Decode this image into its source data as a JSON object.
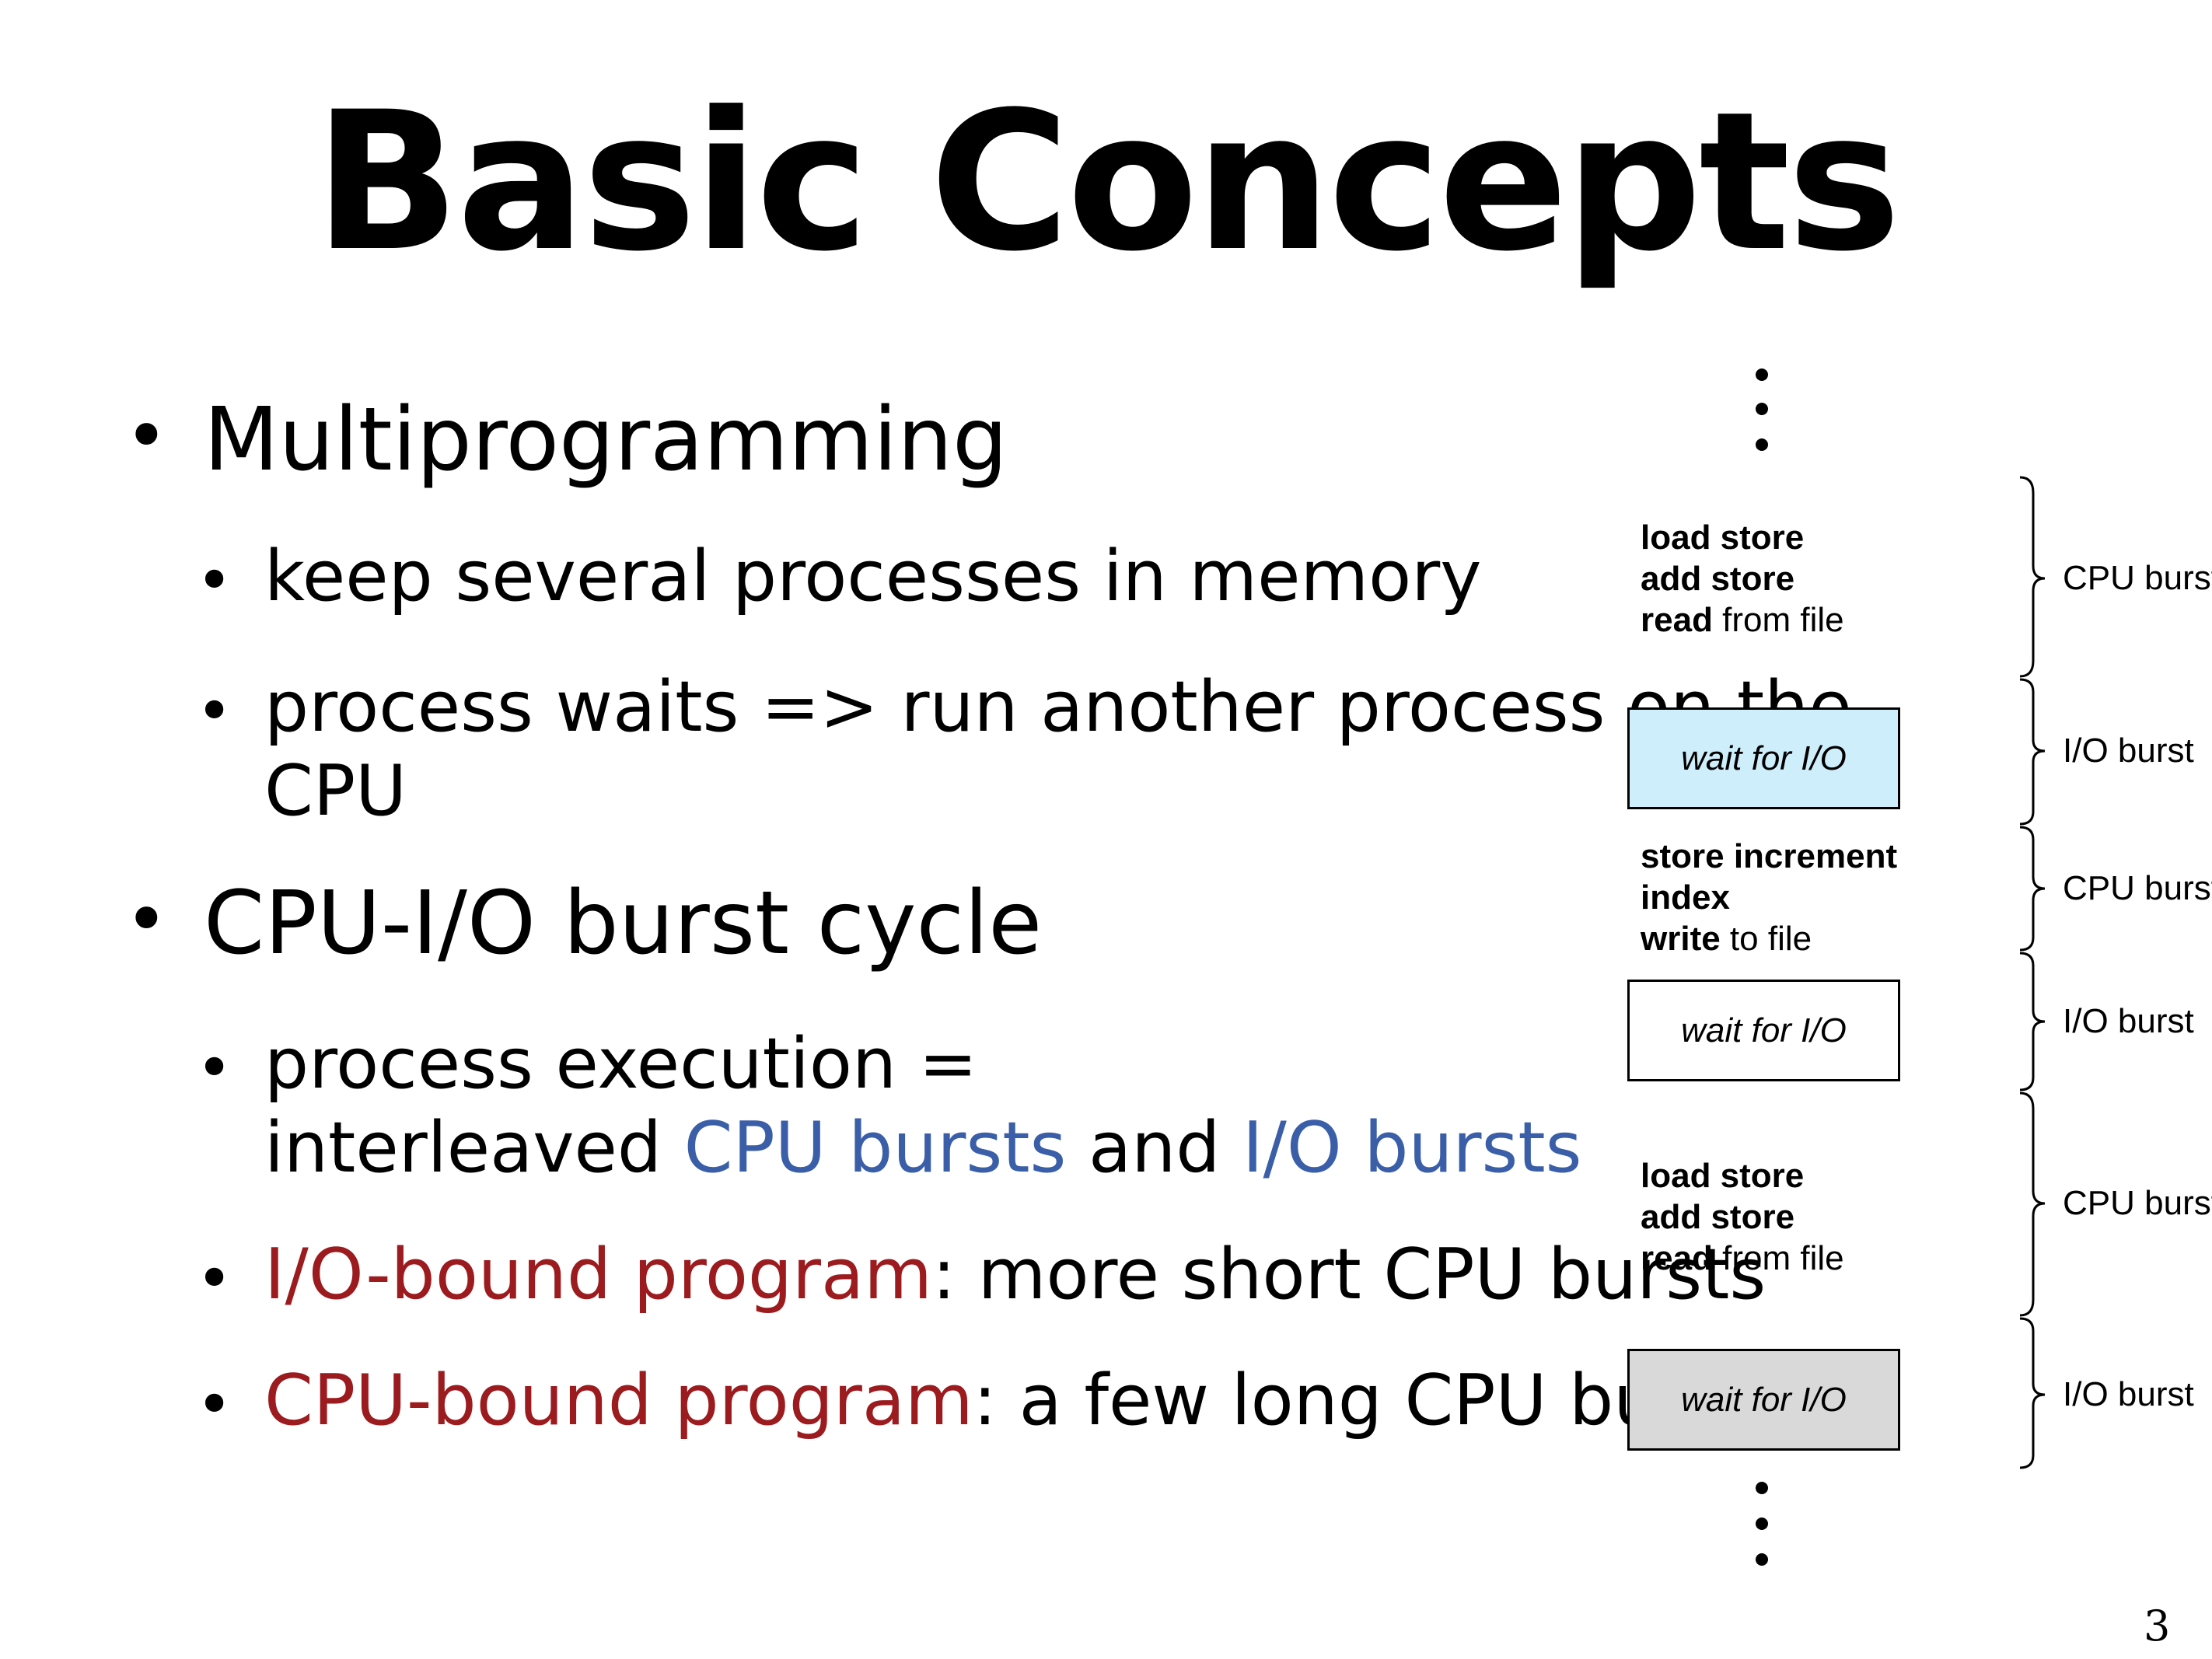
{
  "title": "Basic Concepts",
  "bullets": {
    "multiprogramming": "Multiprogramming",
    "keep_several": "keep several processes in memory",
    "process_waits_line1": "process waits => run another process on the",
    "process_waits_line2": "CPU",
    "burst_cycle": "CPU-I/O burst cycle",
    "execution_line1": "process execution =",
    "interleaved": "interleaved ",
    "cpu_bursts": "CPU bursts",
    "and": " and ",
    "io_bursts": "I/O bursts",
    "io_bound": "I/O-bound program",
    "io_bound_rest": ": more short CPU bursts",
    "cpu_bound": "CPU-bound program",
    "cpu_bound_rest": ": a few long CPU bursts"
  },
  "diagram": {
    "block1": {
      "l1": "load store",
      "l2": "add store",
      "l3_bold": "read",
      "l3_rest": " from file"
    },
    "wait": "wait for I/O",
    "block2": {
      "l1": "store increment",
      "l2": "index",
      "l3_bold": "write",
      "l3_rest": " to file"
    },
    "block3": {
      "l1": "load store",
      "l2": "add store",
      "l3_bold": "read",
      "l3_rest": " from file"
    },
    "cpu_burst": "CPU burst",
    "io_burst": "I/O burst",
    "colors": {
      "wait_box_1": "#cdeefa",
      "wait_box_2": "#ffffff",
      "wait_box_3": "#d9d9d9"
    }
  },
  "page_number": "3",
  "colors": {
    "blue_text": "#3a5ea8",
    "red_text": "#9b1b1f"
  }
}
